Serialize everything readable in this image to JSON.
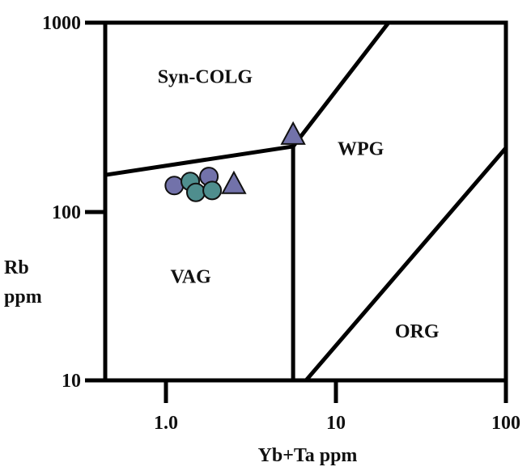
{
  "chart_data": {
    "type": "scatter",
    "title": "",
    "xlabel": "Yb+Ta ppm",
    "ylabel": [
      "Rb",
      "ppm"
    ],
    "xscale": "log",
    "yscale": "log",
    "xlim": [
      0.44,
      100
    ],
    "ylim": [
      10,
      1000
    ],
    "xticks": [
      {
        "value": 1,
        "label": "1.0"
      },
      {
        "value": 10,
        "label": "10"
      },
      {
        "value": 100,
        "label": "100"
      }
    ],
    "yticks": [
      {
        "value": 10,
        "label": "10"
      },
      {
        "value": 100,
        "label": "100"
      },
      {
        "value": 1000,
        "label": "1000"
      }
    ],
    "grid": false,
    "fields": [
      {
        "label": "Syn-COLG",
        "x": 1.7,
        "y": 480
      },
      {
        "label": "WPG",
        "x": 14,
        "y": 200
      },
      {
        "label": "VAG",
        "x": 1.4,
        "y": 38
      },
      {
        "label": "ORG",
        "x": 30,
        "y": 18
      }
    ],
    "boundaries": [
      {
        "name": "syncolg-vag",
        "points": [
          [
            0.44,
            157
          ],
          [
            5.6,
            222
          ]
        ]
      },
      {
        "name": "vag-wpg",
        "points": [
          [
            5.6,
            222
          ],
          [
            5.6,
            10
          ]
        ]
      },
      {
        "name": "syncolg-wpg",
        "points": [
          [
            5.6,
            222
          ],
          [
            20.4,
            1000
          ]
        ]
      },
      {
        "name": "wpg-org",
        "points": [
          [
            6.67,
            10
          ],
          [
            100,
            218
          ]
        ]
      }
    ],
    "series": [
      {
        "name": "purple-circles",
        "marker": "circle",
        "color": "#7272aa",
        "points": [
          [
            1.12,
            138
          ],
          [
            1.79,
            154
          ]
        ]
      },
      {
        "name": "teal-circles",
        "marker": "circle",
        "color": "#4f8e8e",
        "points": [
          [
            1.39,
            145
          ],
          [
            1.5,
            127
          ],
          [
            1.87,
            130
          ]
        ]
      },
      {
        "name": "purple-triangles",
        "marker": "triangle",
        "color": "#7272aa",
        "points": [
          [
            2.51,
            140
          ],
          [
            5.6,
            255
          ]
        ]
      }
    ]
  }
}
